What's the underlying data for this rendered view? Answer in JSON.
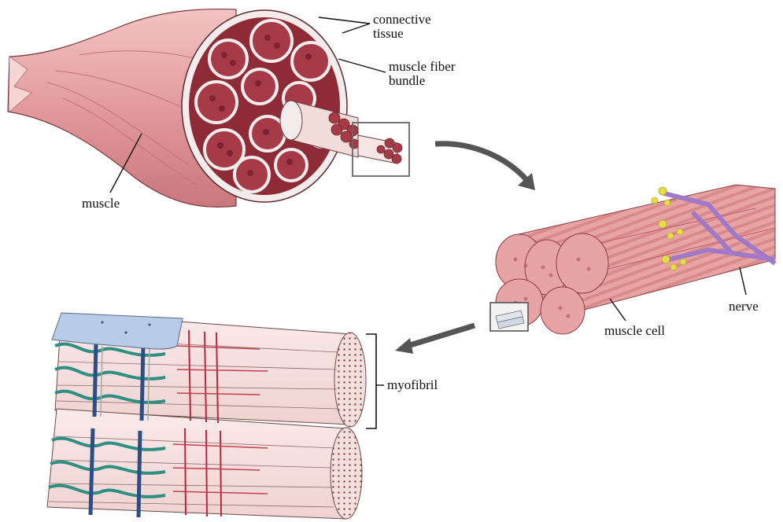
{
  "labels": {
    "connective_tissue_line1": "connective",
    "connective_tissue_line2": "tissue",
    "muscle_fiber_bundle_line1": "muscle fiber",
    "muscle_fiber_bundle_line2": "bundle",
    "muscle": "muscle",
    "nerve": "nerve",
    "muscle_cell": "muscle cell",
    "myofibril": "myofibril"
  },
  "colors": {
    "muscle_pink": "#e9a5a6",
    "muscle_dark": "#9a3a44",
    "fiber_red": "#8a2530",
    "connective_white": "#f4ecec",
    "nerve_purple": "#a07ac8",
    "nerve_ending_yellow": "#e8dc4a",
    "sarcolemma_blue": "#b8cce8",
    "reticulum_teal": "#2f8f82",
    "tubule_navy": "#2a4f86",
    "arrow_gray": "#555555"
  }
}
